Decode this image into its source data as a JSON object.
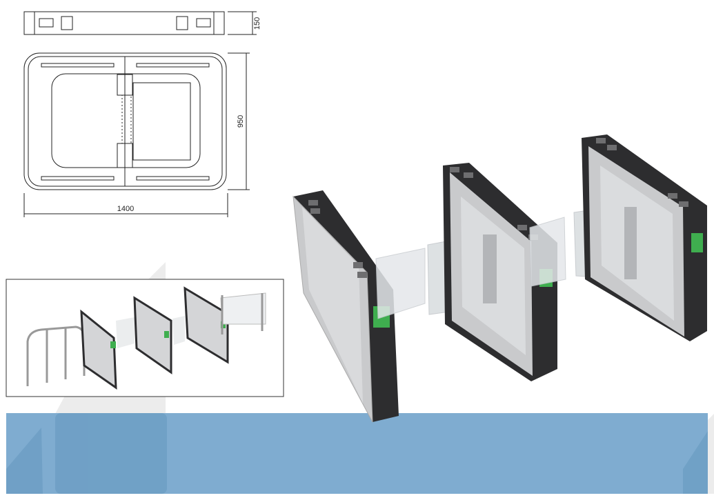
{
  "drawing": {
    "top_view_height_label": "150",
    "plan_view_depth_label": "950",
    "plan_view_width_label": "1400"
  },
  "colors": {
    "banner_blue": "#7facd0",
    "display_green": "#3fae4f",
    "frame_dark": "#2d2d2f",
    "panel_silver": "#cfd0d2"
  }
}
